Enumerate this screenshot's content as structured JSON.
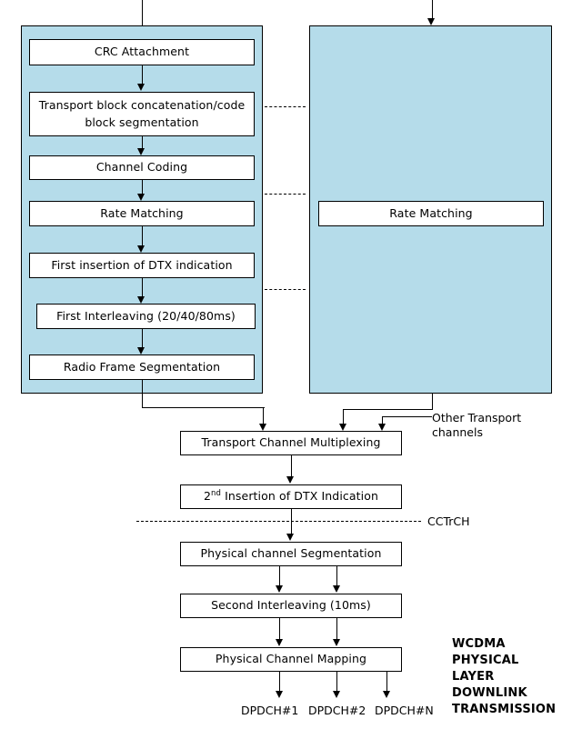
{
  "diagram": {
    "title_note": {
      "lines": [
        "WCDMA",
        "PHYSICAL LAYER",
        "DOWNLINK",
        "TRANSMISSION"
      ]
    },
    "colors": {
      "panel_fill": "#b5dcea",
      "box_fill": "#ffffff",
      "line": "#000000",
      "background": "#ffffff"
    },
    "left_chain": {
      "boxes": [
        {
          "label": "CRC Attachment"
        },
        {
          "label": "Transport block concatenation/code block segmentation"
        },
        {
          "label": "Channel Coding"
        },
        {
          "label": "Rate Matching"
        },
        {
          "label": "First insertion of DTX indication"
        },
        {
          "label": "First Interleaving (20/40/80ms)"
        },
        {
          "label": "Radio Frame Segmentation"
        }
      ]
    },
    "right_chain": {
      "boxes": [
        {
          "label": "Rate Matching"
        }
      ]
    },
    "common_chain": {
      "boxes": [
        {
          "label": "Transport Channel Multiplexing"
        },
        {
          "label_prefix": "2",
          "label_sup": "nd",
          "label_suffix": " Insertion of DTX Indication"
        },
        {
          "label": "Physical channel Segmentation"
        },
        {
          "label": "Second Interleaving (10ms)"
        },
        {
          "label": "Physical Channel Mapping"
        }
      ]
    },
    "annotations": {
      "other_transport": "Other Transport channels",
      "cctrch": "CCTrCH"
    },
    "outputs": [
      {
        "label": "DPDCH#1"
      },
      {
        "label": "DPDCH#2"
      },
      {
        "label": "DPDCH#N"
      }
    ]
  }
}
